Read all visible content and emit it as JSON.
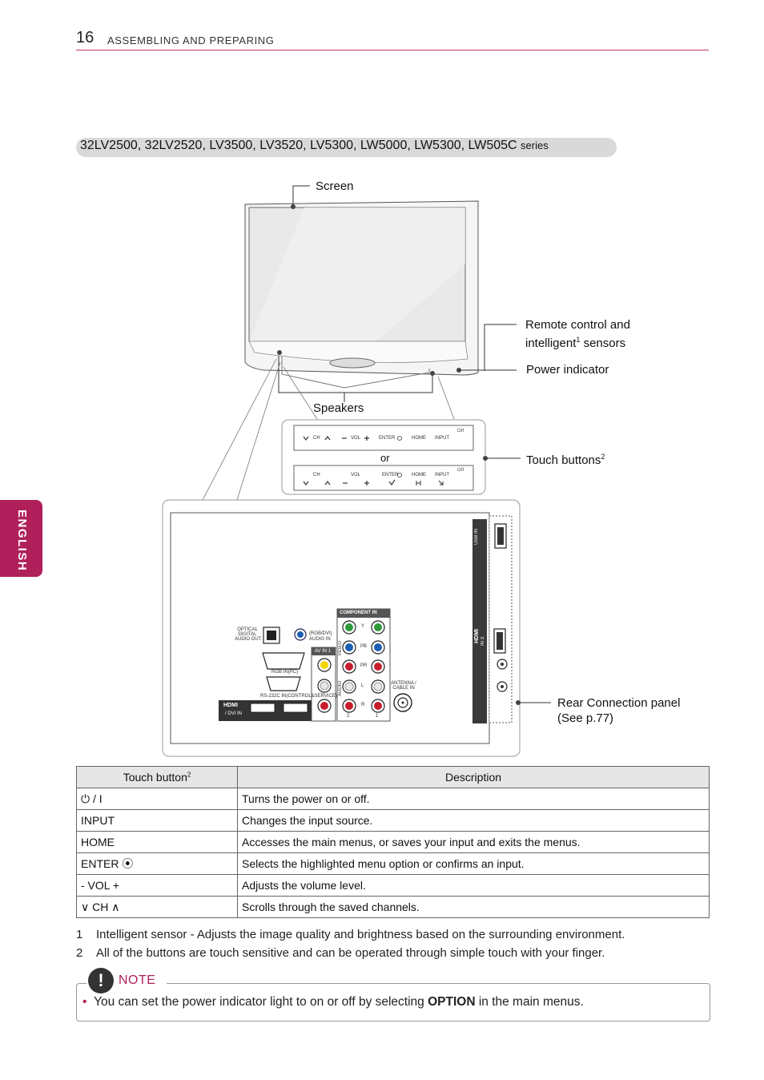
{
  "header": {
    "page_number": "16",
    "section_title": "ASSEMBLING AND PREPARING"
  },
  "language_tab": "ENGLISH",
  "series": {
    "models": "32LV2500, 32LV2520, LV3500, LV3520, LV5300, LW5000, LW5300, LW505C",
    "suffix": "series"
  },
  "callouts": {
    "screen": "Screen",
    "remote_line1": "Remote control and",
    "remote_line2_a": "intelligent",
    "remote_sup": "1",
    "remote_line2_b": " sensors",
    "power_indicator": "Power indicator",
    "speakers": "Speakers",
    "or": "or",
    "touch_buttons": "Touch buttons",
    "touch_buttons_sup": "2",
    "rear_line1": "Rear Connection panel",
    "rear_line2": "(See p.77)"
  },
  "panel_labels": {
    "ch": "CH",
    "vol": "VOL",
    "enter": "ENTER",
    "home": "HOME",
    "input": "INPUT",
    "power": "⏻/I"
  },
  "rear_labels": {
    "usb_in": "USB IN",
    "hdmi_in3": "IN 3",
    "component_in": "COMPONENT IN",
    "av_in1": "AV IN 1",
    "optical": [
      "OPTICAL",
      "DIGITAL",
      "AUDIO OUT"
    ],
    "rgb_audio": [
      "(RGB/DVI)",
      "AUDIO IN"
    ],
    "rgb_in_pc": "RGB IN(PC)",
    "rs232c": "RS-232C IN(CONTROL&SERVICE)",
    "hdmi_dvi_in": "/ DVI IN",
    "hdmi_logo": "HDMI",
    "antenna": [
      "ANTENNA /",
      "CABLE IN"
    ],
    "y": "Y",
    "pb": "PB",
    "pr": "PR",
    "l": "L",
    "r": "R",
    "video": "VIDEO",
    "audio": "AUDIO",
    "port2": "2",
    "port1": "1"
  },
  "table": {
    "head_button": "Touch button",
    "head_button_sup": "2",
    "head_desc": "Description",
    "rows": [
      {
        "button": "⏻ / I",
        "desc": "Turns the power on or off."
      },
      {
        "button": "INPUT",
        "desc": "Changes the input source."
      },
      {
        "button": "HOME",
        "desc": "Accesses the main menus, or saves your input and exits the menus."
      },
      {
        "button": "ENTER ⦿",
        "desc": "Selects the highlighted menu option or confirms an input."
      },
      {
        "button": "- VOL +",
        "desc": "Adjusts the volume level."
      },
      {
        "button": "∨ CH ∧",
        "desc": "Scrolls through the saved channels."
      }
    ]
  },
  "footnotes": [
    {
      "num": "1",
      "text": "Intelligent sensor - Adjusts the image quality and brightness based on the surrounding environment."
    },
    {
      "num": "2",
      "text": "All of the buttons are touch sensitive and can be operated through simple touch with your finger."
    }
  ],
  "note": {
    "icon": "!",
    "label": "NOTE",
    "bullet": "•",
    "text_before": "You can set the power indicator light to on or off by selecting ",
    "text_bold": "OPTION",
    "text_after": " in the main menus."
  },
  "colors": {
    "accent": "#b0205a",
    "rule": "#c8385a",
    "pill": "#d9d9d9"
  }
}
